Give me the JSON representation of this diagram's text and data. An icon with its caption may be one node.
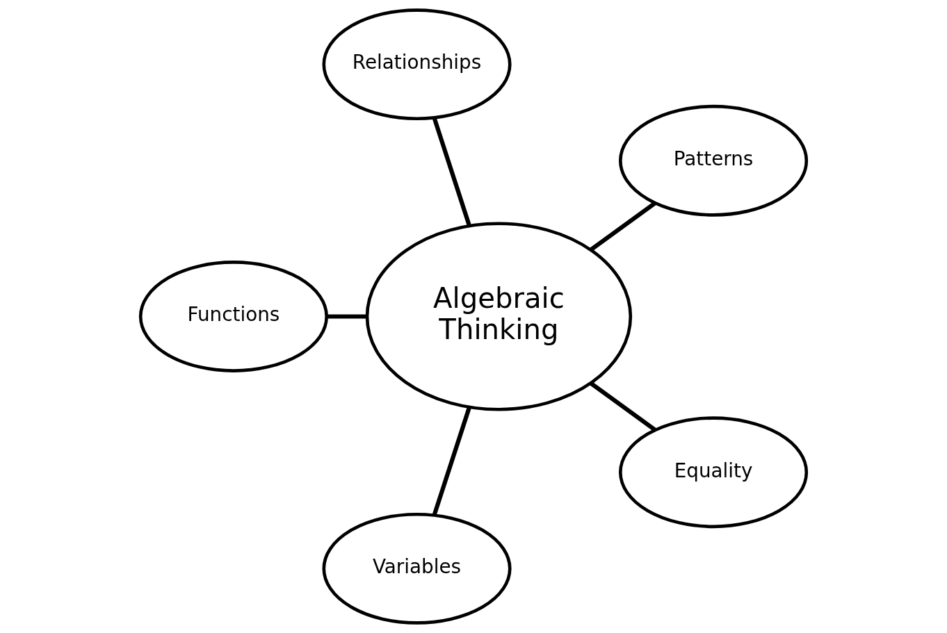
{
  "diagram": {
    "nodes": [
      {
        "text": [
          "Patterns"
        ]
      },
      {
        "text": [
          "Relationships"
        ]
      },
      {
        "text": [
          "Algebraic Thinking"
        ]
      },
      {
        "text": [
          "Functions"
        ]
      },
      {
        "text": [
          "Variables"
        ]
      },
      {
        "text": [
          "Equality"
        ]
      }
    ],
    "edges": [
      {
        "from": 2,
        "to": 0,
        "arrow": "none"
      },
      {
        "from": 2,
        "to": 1,
        "arrow": "none"
      },
      {
        "from": 2,
        "to": 3,
        "arrow": "none"
      },
      {
        "from": 2,
        "to": 4,
        "arrow": "none"
      },
      {
        "from": 2,
        "to": 5,
        "arrow": "none"
      }
    ]
  }
}
